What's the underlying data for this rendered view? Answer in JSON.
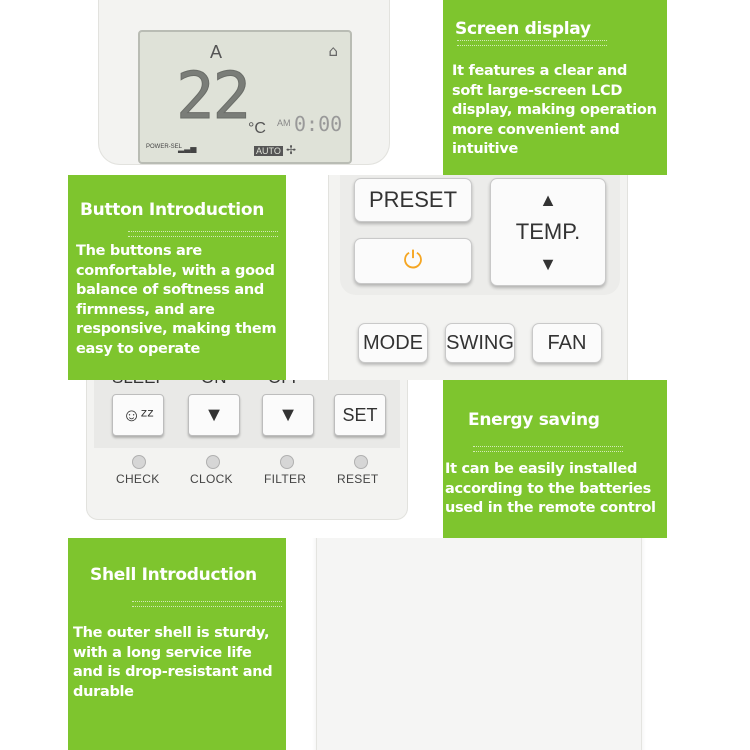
{
  "colors": {
    "panel_green": "#7ec52e",
    "power_icon": "#f5a623"
  },
  "sections": [
    {
      "title": "Screen display",
      "body": "It features a clear and soft large-screen LCD display, making operation more convenient and intuitive"
    },
    {
      "title": "Button Introduction",
      "body": "The buttons are comfortable, with a good balance of softness and firmness, and are responsive, making them easy to operate"
    },
    {
      "title": "Energy saving",
      "body": "It can be easily installed according to the batteries used in the remote control"
    },
    {
      "title": "Shell Introduction",
      "body": "The outer shell is sturdy, with a long service life and is drop-resistant and durable"
    }
  ],
  "lcd": {
    "mode": "A",
    "temperature": "22",
    "unit": "°C",
    "am_label": "AM",
    "time": "0:00",
    "power_label": "POWER-SEL",
    "fan_mode": "AUTO"
  },
  "buttons": {
    "preset": "PRESET",
    "temp": "TEMP.",
    "mode": "MODE",
    "swing": "SWING",
    "fan": "FAN",
    "sleep": "SLEEP",
    "on": "ON",
    "off": "OFF",
    "set": "SET",
    "check": "CHECK",
    "clock": "CLOCK",
    "filter": "FILTER",
    "reset": "RESET"
  },
  "icons": [
    "power-icon",
    "sleep-face-icon",
    "down-triangle-icon",
    "up-triangle-icon",
    "fan-icon",
    "signal-icon"
  ]
}
